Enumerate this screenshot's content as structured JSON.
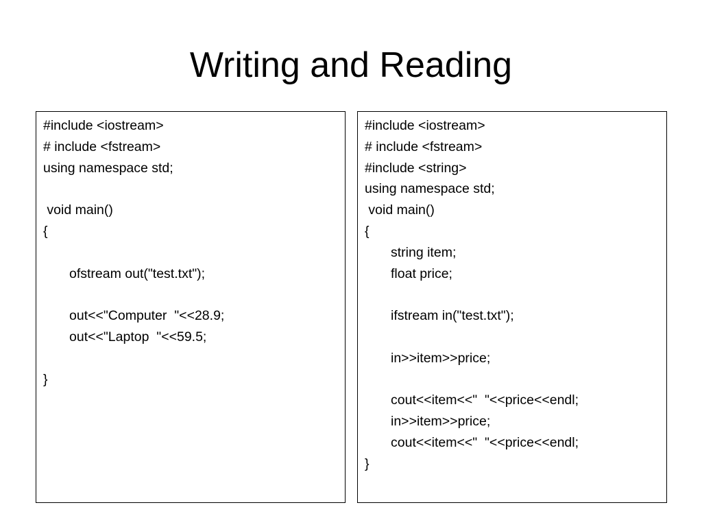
{
  "title": "Writing and Reading",
  "panels": [
    {
      "id": "writing",
      "lines": [
        {
          "text": "#include <iostream>",
          "indent": 0
        },
        {
          "text": "# include <fstream>",
          "indent": 0
        },
        {
          "text": "using namespace std;",
          "indent": 0
        },
        {
          "text": "",
          "indent": 0
        },
        {
          "text": " void main()",
          "indent": 0
        },
        {
          "text": "{",
          "indent": 0
        },
        {
          "text": "",
          "indent": 0
        },
        {
          "text": "ofstream out(\"test.txt\");",
          "indent": 1
        },
        {
          "text": "",
          "indent": 0
        },
        {
          "text": "out<<\"Computer  \"<<28.9;",
          "indent": 1
        },
        {
          "text": "out<<\"Laptop  \"<<59.5;",
          "indent": 1
        },
        {
          "text": "",
          "indent": 0
        },
        {
          "text": "}",
          "indent": 0
        }
      ]
    },
    {
      "id": "reading",
      "lines": [
        {
          "text": "#include <iostream>",
          "indent": 0
        },
        {
          "text": "# include <fstream>",
          "indent": 0
        },
        {
          "text": "#include <string>",
          "indent": 0
        },
        {
          "text": "using namespace std;",
          "indent": 0
        },
        {
          "text": " void main()",
          "indent": 0
        },
        {
          "text": "{",
          "indent": 0
        },
        {
          "text": "string item;",
          "indent": 1
        },
        {
          "text": "float price;",
          "indent": 1
        },
        {
          "text": "",
          "indent": 0
        },
        {
          "text": "ifstream in(\"test.txt\");",
          "indent": 1
        },
        {
          "text": "",
          "indent": 0
        },
        {
          "text": "in>>item>>price;",
          "indent": 1
        },
        {
          "text": "",
          "indent": 0
        },
        {
          "text": "cout<<item<<\"  \"<<price<<endl;",
          "indent": 1
        },
        {
          "text": "in>>item>>price;",
          "indent": 1
        },
        {
          "text": "cout<<item<<\"  \"<<price<<endl;",
          "indent": 1
        },
        {
          "text": "}",
          "indent": 0
        }
      ]
    }
  ]
}
